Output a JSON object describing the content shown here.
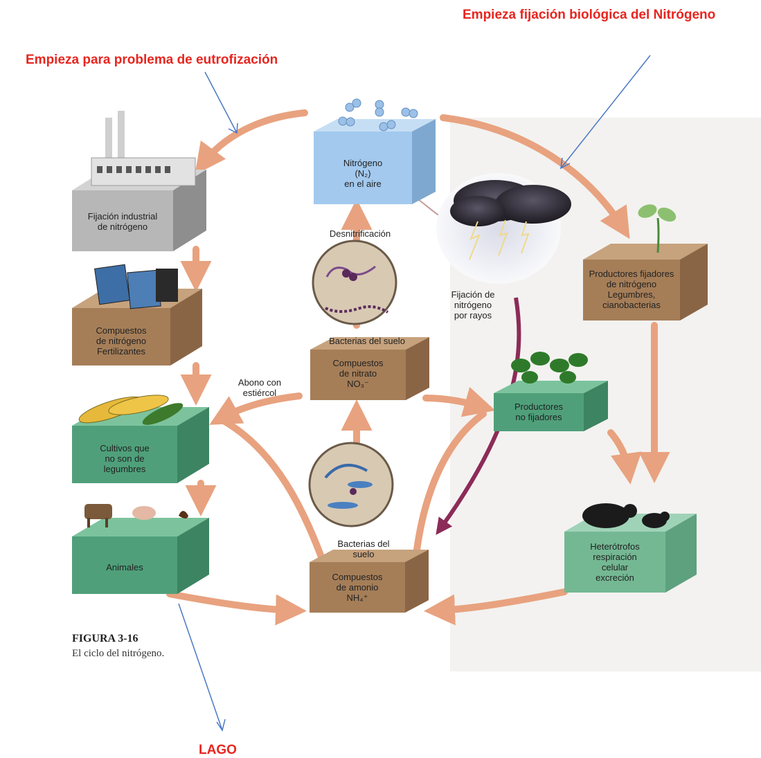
{
  "annotations": {
    "biological_fixation": "Empieza fijación biológica del Nitrógeno",
    "eutrophication": "Empieza para problema de eutrofización",
    "lake": "LAGO"
  },
  "boxes": {
    "air": "Nitrógeno\n(N₂)\nen el aire",
    "industrial": "Fijación industrial\nde nitrógeno",
    "fertilizers": "Compuestos\nde nitrógeno\nFertilizantes",
    "crops": "Cultivos que\nno son de\nlegumbres",
    "animals": "Animales",
    "nitrate": "Compuestos\nde nitrato\nNO₃⁻",
    "ammonium": "Compuestos\nde amonio\nNH₄⁺",
    "producers_fixing": "Productores fijadores\nde nitrógeno\nLegumbres,\ncianobacterias",
    "producers_nonfixing": "Productores\nno fijadores",
    "heterotrophs": "Heterótrofos\nrespiración\ncelular\nexcreción"
  },
  "labels": {
    "denitrification": "Desnitrificación",
    "soil_bacteria_1": "Bacterias del suelo",
    "soil_bacteria_2": "Bacterias del\nsuelo",
    "manure": "Abono con\nestiércol",
    "lightning": "Fijación de\nnitrógeno\npor rayos"
  },
  "figure": {
    "title": "FIGURA 3-16",
    "caption": "El ciclo del nitrógeno."
  },
  "colors": {
    "annotation": "#e8251f",
    "arrow": "#e8a27f",
    "pointer": "#4a78c4",
    "lightning_arrow": "#8c2b57",
    "air_box": "#9ec6ec",
    "industrial_box": "#b5b5b5",
    "soil_box": "#a57e58",
    "green_box": "#4fa07a"
  }
}
